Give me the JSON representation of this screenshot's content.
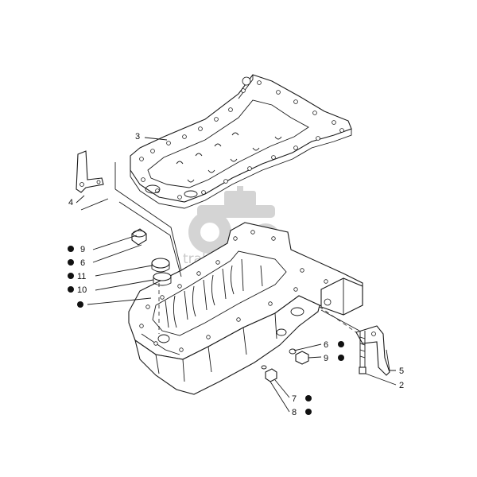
{
  "watermark": {
    "text": "traktorparts.pl",
    "logo_icon": "tractor-logo-icon"
  },
  "labels": {
    "l2": "2",
    "l3": "3",
    "l4": "4",
    "l5": "5",
    "l6a": "6",
    "l6b": "6",
    "l7": "7",
    "l8": "8",
    "l9a": "9",
    "l9b": "9",
    "l10": "10",
    "l11": "11"
  },
  "colors": {
    "line": "#1a1a1a",
    "watermark": "#c9c9c9",
    "background": "#ffffff"
  }
}
